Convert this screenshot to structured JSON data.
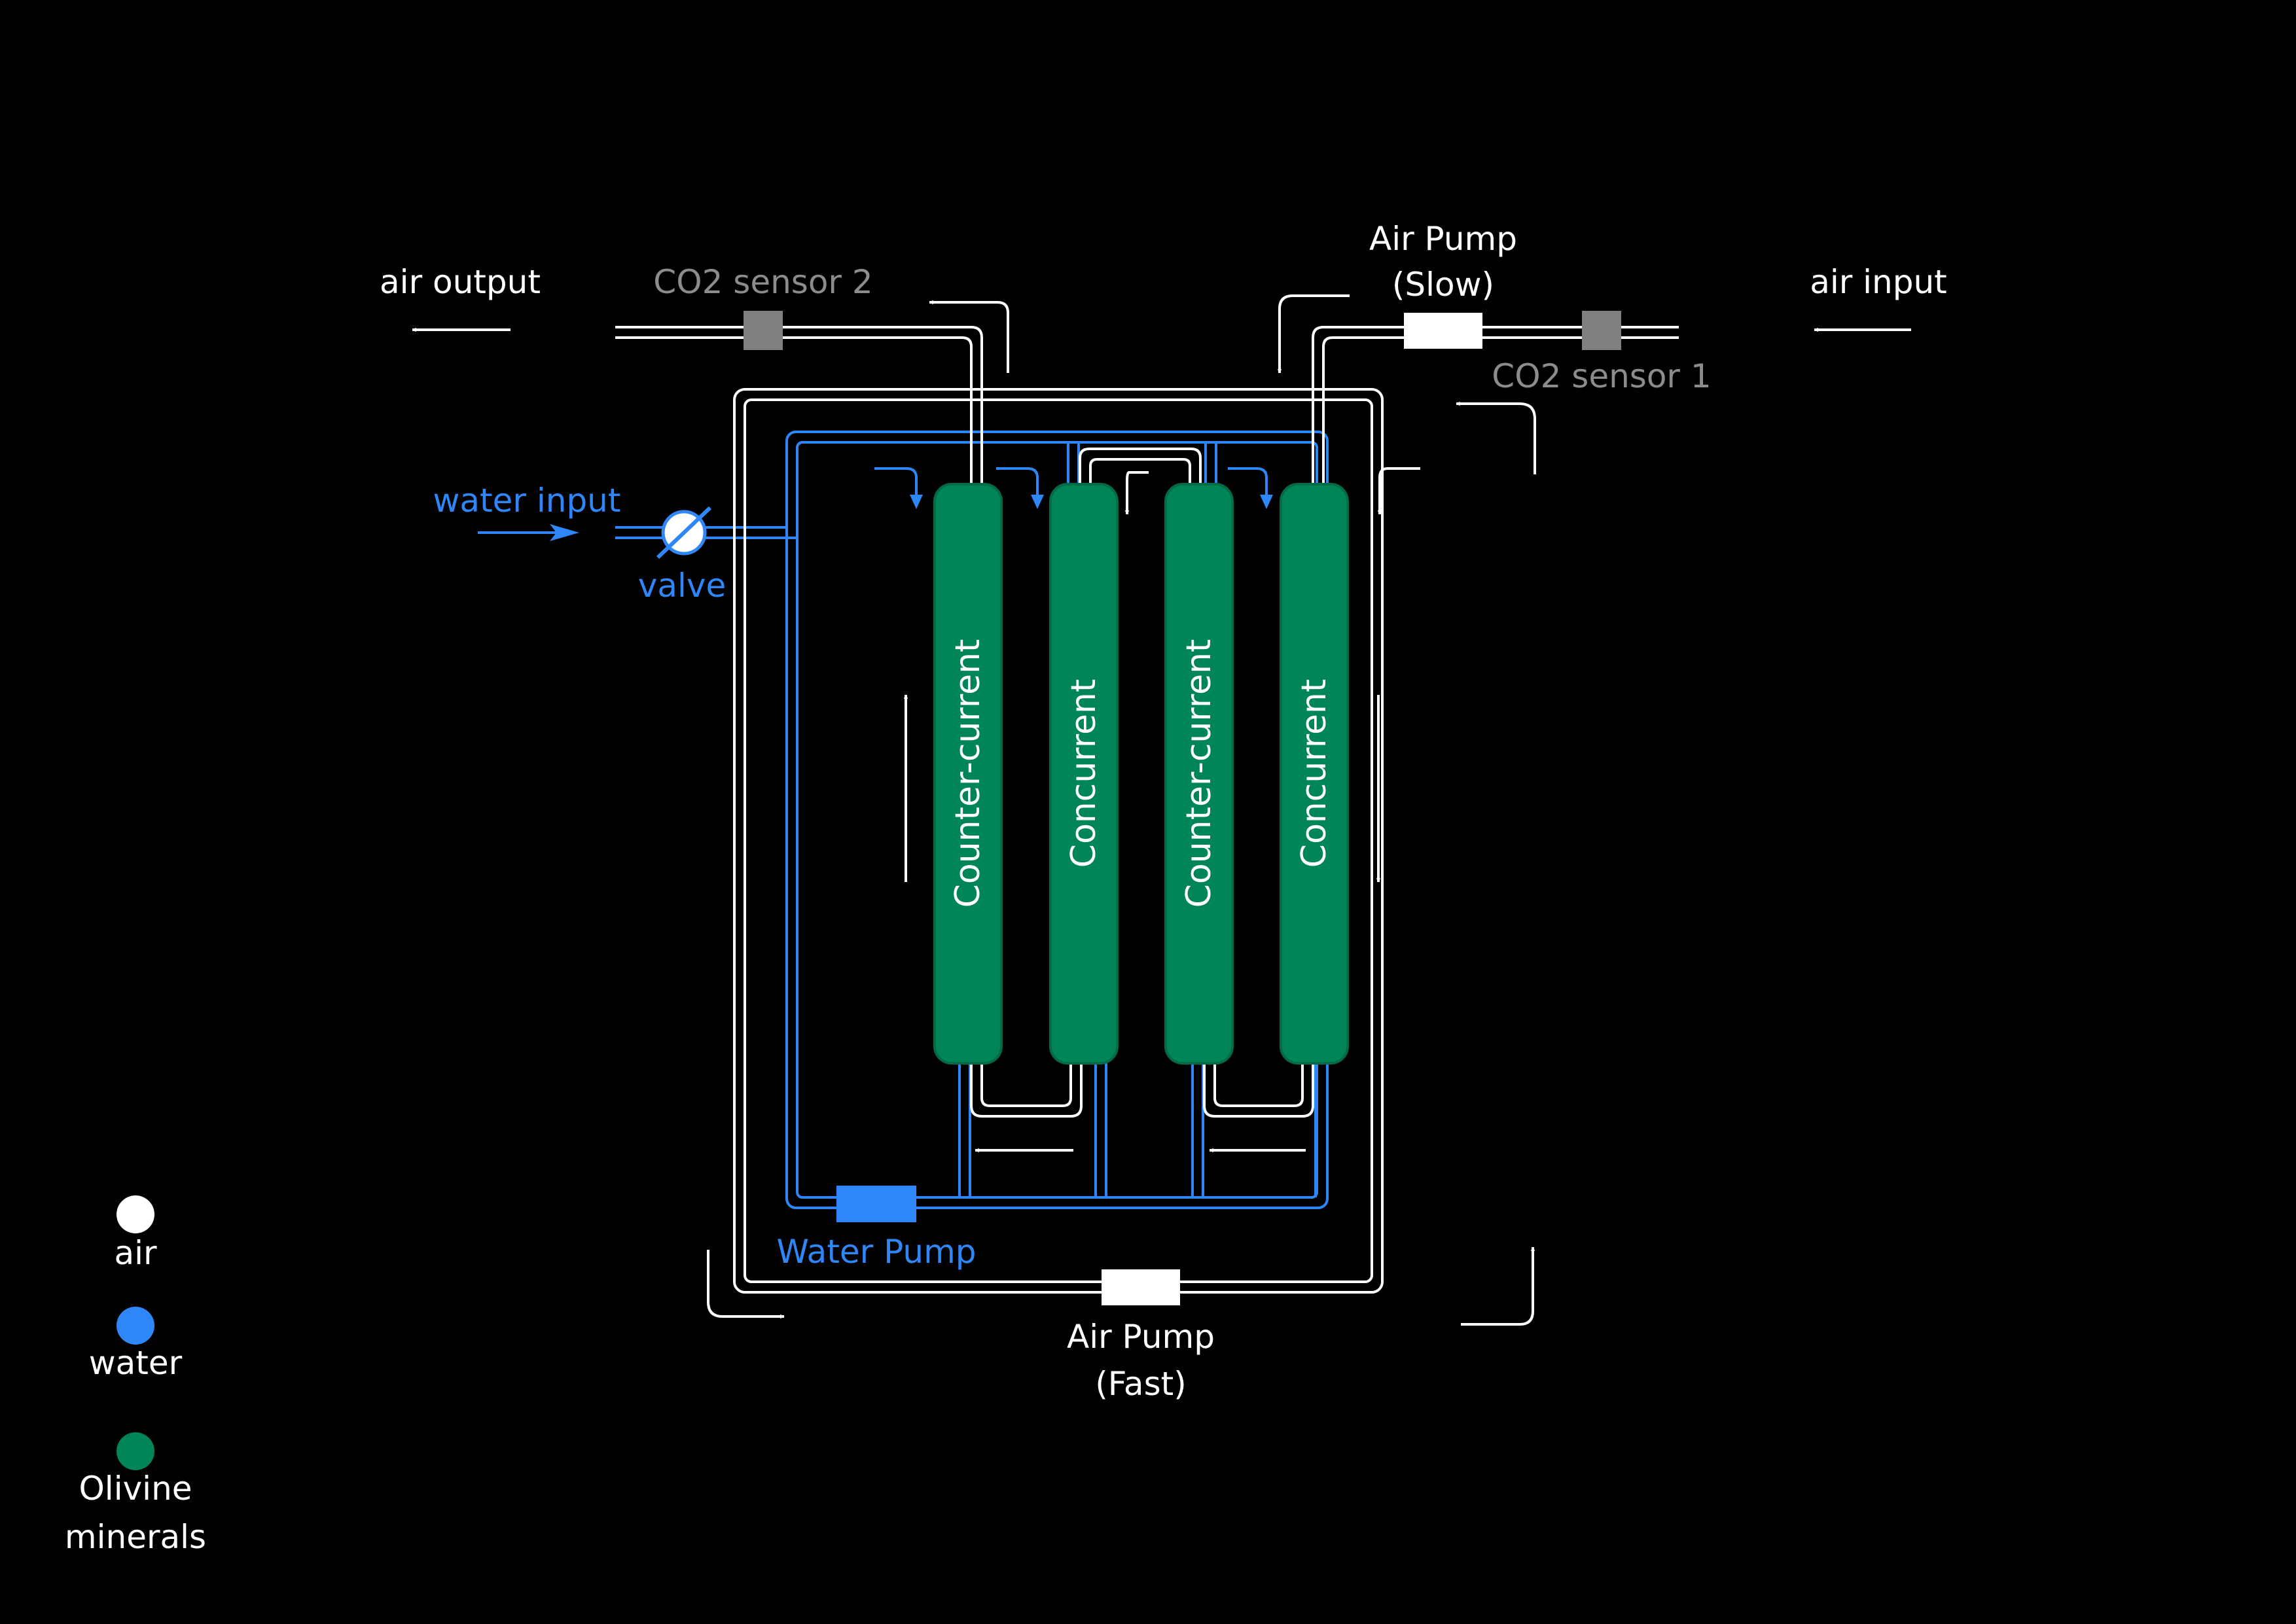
{
  "colors": {
    "background": "#000000",
    "air": "#ffffff",
    "water": "#2f86f6",
    "olivine": "#008556",
    "sensor": "#808080",
    "sensor_text": "#8c8c8c"
  },
  "labels": {
    "air_output": "air output",
    "air_input": "air input",
    "co2_sensor_2": "CO2 sensor 2",
    "co2_sensor_1": "CO2 sensor 1",
    "air_pump_slow_line1": "Air Pump",
    "air_pump_slow_line2": "(Slow)",
    "air_pump_fast_line1": "Air Pump",
    "air_pump_fast_line2": "(Fast)",
    "water_input": "water input",
    "valve": "valve",
    "water_pump": "Water Pump"
  },
  "columns": [
    {
      "label": "Counter-current"
    },
    {
      "label": "Concurrent"
    },
    {
      "label": "Counter-current"
    },
    {
      "label": "Concurrent"
    }
  ],
  "legend": [
    {
      "label_lines": [
        "air"
      ],
      "swatch": "air-icon"
    },
    {
      "label_lines": [
        "water"
      ],
      "swatch": "water-icon"
    },
    {
      "label_lines": [
        "Olivine",
        "minerals"
      ],
      "swatch": "olivine-icon"
    }
  ]
}
